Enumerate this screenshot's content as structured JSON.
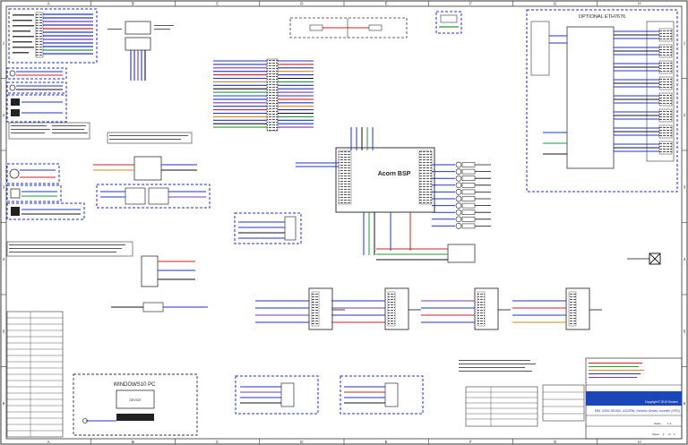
{
  "grid": {
    "columns": [
      "A",
      "B",
      "C",
      "D",
      "E",
      "F",
      "G",
      "H"
    ],
    "rows": [
      "1",
      "2",
      "3",
      "4",
      "5",
      "6"
    ]
  },
  "blocks": {
    "main_controller": "Acorn BSP",
    "optional_module": "OPTIONAL ETH7676",
    "pc": "WINDOWS10 PC",
    "pc_device": "DEVICE"
  },
  "title_block": {
    "drawing_title": "MM, 220/2 5KVAC, ACORN, Generic Drives, Inverter (VFD)",
    "copyright": "Copyright © 2019 Generic",
    "scale_label": "Scale",
    "scale_value": "1:1",
    "sheet_label": "Sheet",
    "sheet_value": "1",
    "of_label": "of",
    "of_value": "1"
  },
  "colors": {
    "frame": "#333333",
    "dashed_box": "#1b2fc9",
    "wire_blue": "#2233cc",
    "wire_red": "#cc2222",
    "wire_green": "#1f9a2f",
    "wire_orange": "#d08a1a",
    "wire_purple": "#7a3aa8",
    "wire_black": "#111111"
  }
}
